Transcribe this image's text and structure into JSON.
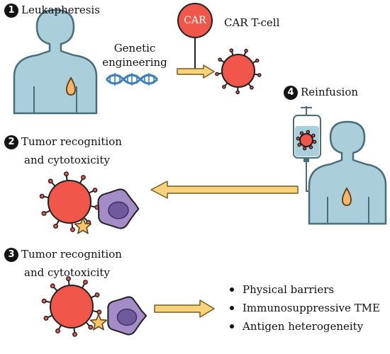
{
  "steps": [
    {
      "number": "1",
      "label": "Leukapheresis"
    },
    {
      "number": "2",
      "label_line1": "Tumor recognition",
      "label_line2": "and cytotoxicity"
    },
    {
      "number": "3",
      "label_line1": "Tumor recognition",
      "label_line2": "and cytotoxicity"
    },
    {
      "number": "4",
      "label": "Reinfusion"
    }
  ],
  "genetic_engineering": {
    "line1": "Genetic",
    "line2": "engineering"
  },
  "car_badge": "CAR",
  "car_tcell_label": "CAR T-cell",
  "barriers": [
    "Physical barriers",
    "Immunosuppressive TME",
    "Antigen heterogeneity"
  ],
  "colors": {
    "body": "#aacfda",
    "body_stroke": "#4a6d7a",
    "drop": "#f2b56b",
    "tumor": "#f0574a",
    "macrophage": "#a48cc6",
    "macrophage_nucleus": "#6f5a9d",
    "arrow": "#f8d37c",
    "arrow_stroke": "#7a5a20",
    "dna_blue": "#3e7dbf",
    "star": "#f4c36a"
  }
}
